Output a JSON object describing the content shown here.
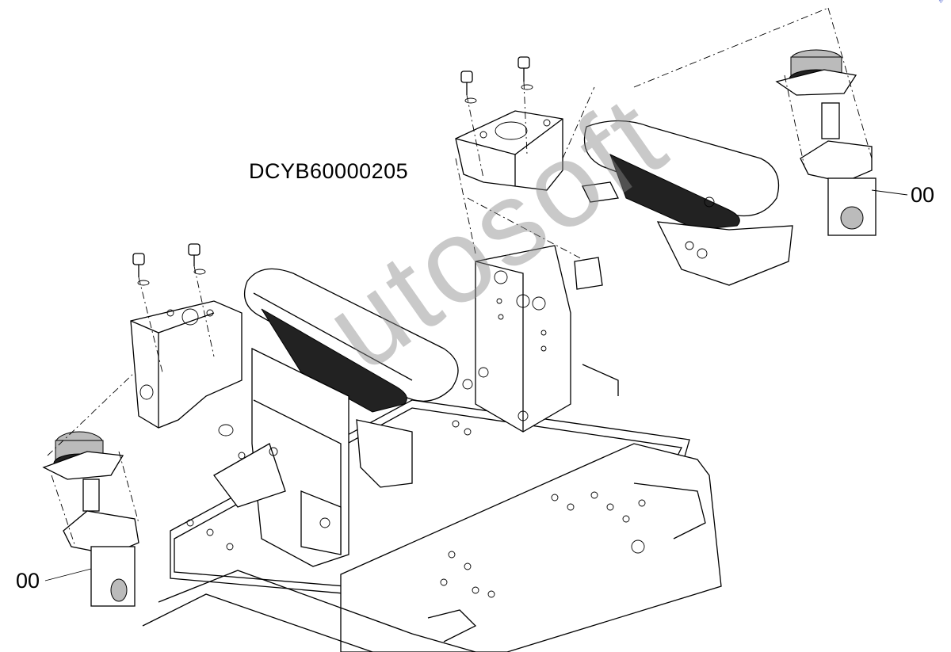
{
  "diagram": {
    "code": "DCYB60000205",
    "callouts": [
      {
        "label": "00"
      },
      {
        "label": "00"
      }
    ],
    "watermark": "utosoft",
    "corner_mark": "²ⁿ"
  }
}
